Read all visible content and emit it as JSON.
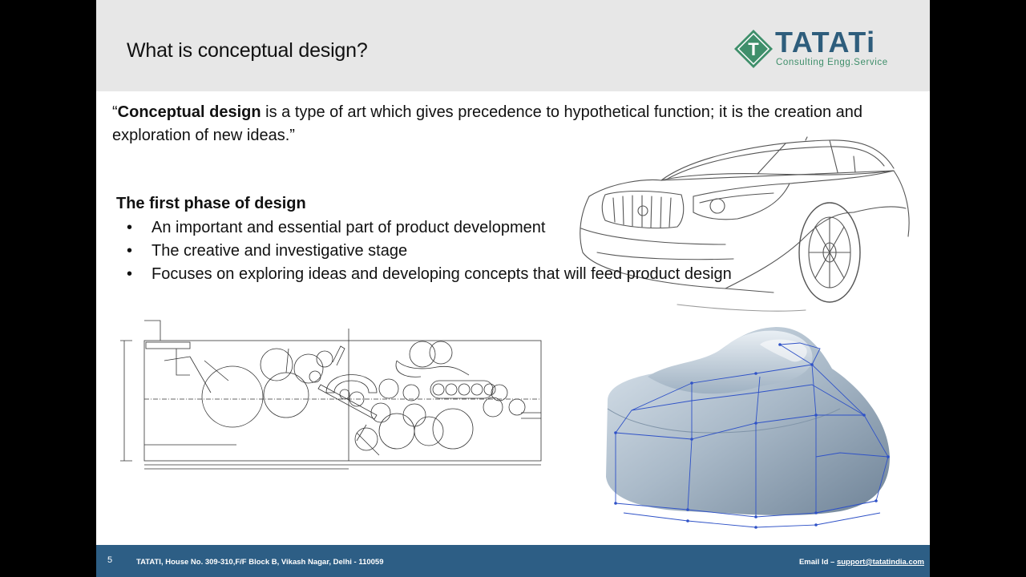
{
  "header": {
    "title": "What is conceptual design?"
  },
  "logo": {
    "word": "TATATi",
    "mark": "T",
    "tagline": "Consulting Engg.Service",
    "colors": {
      "blue": "#2e5d7c",
      "green": "#3f8f6b"
    }
  },
  "quote": {
    "open": "“",
    "term": "Conceptual design",
    "text": " is a type of art which gives precedence to hypothetical function; it is the creation and exploration of new ideas.”"
  },
  "section": {
    "heading": "The first phase of design",
    "bullet_symbol": "•",
    "bullets": [
      "An important and essential part of product development",
      "The creative and investigative stage",
      "Focuses on exploring ideas and developing concepts that will feed product design"
    ]
  },
  "images": {
    "car": "car-sketch-image",
    "drawing": "technical-drawing-image",
    "cad": "cad-surface-model-image"
  },
  "footer": {
    "page_number": "5",
    "address": "TATATI,   House No. 309-310,F/F Block B, Vikash Nagar, Delhi - 110059",
    "email_label": "Email Id – ",
    "email": "support@tatatindia.com",
    "color": "#2d5e85"
  }
}
